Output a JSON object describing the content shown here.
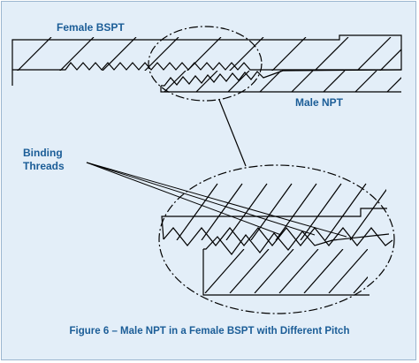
{
  "labels": {
    "female_bspt": "Female BSPT",
    "male_npt": "Male NPT",
    "binding_line1": "Binding",
    "binding_line2": "Threads"
  },
  "caption": "Figure 6 – Male NPT in a Female BSPT with Different Pitch",
  "colors": {
    "background": "#e3eef8",
    "label_text": "#1b5d97",
    "line": "#000000"
  }
}
